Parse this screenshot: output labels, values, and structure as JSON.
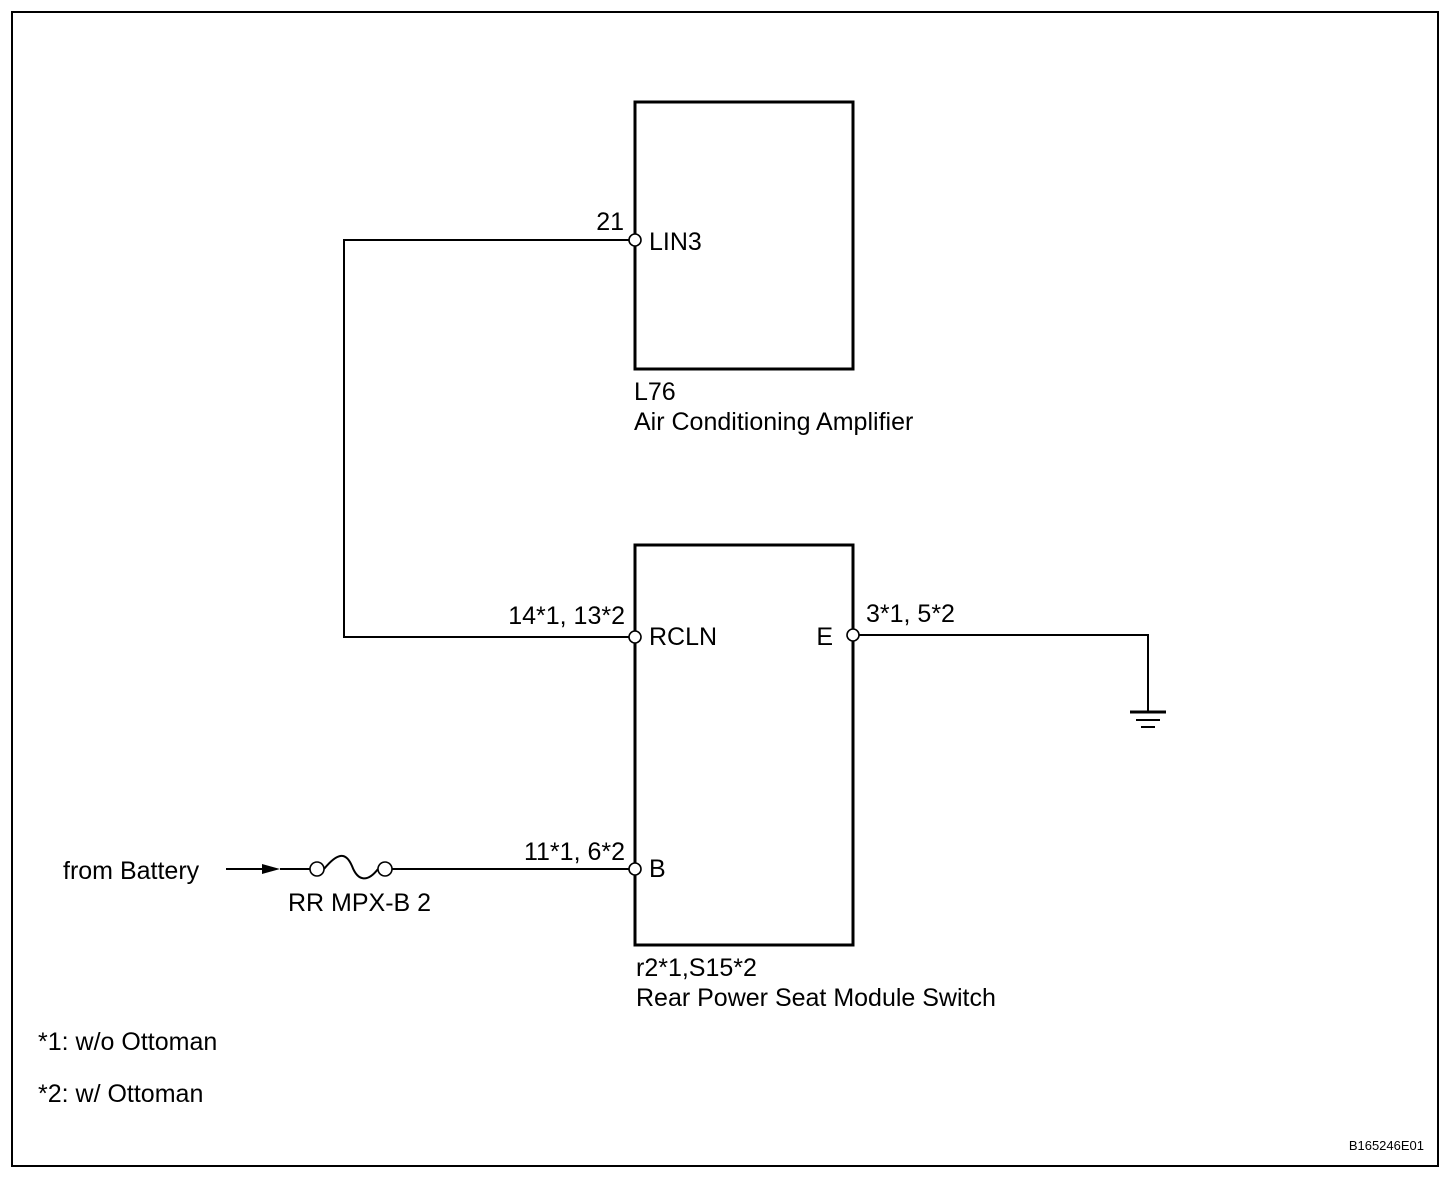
{
  "amplifier": {
    "code": "L76",
    "name": "Air Conditioning Amplifier",
    "pin_number": "21",
    "pin_name": "LIN3"
  },
  "seat_switch": {
    "code": "r2*1,S15*2",
    "name": "Rear Power Seat Module Switch",
    "rcln_pin_number": "14*1, 13*2",
    "rcln_pin_name": "RCLN",
    "e_pin_number": "3*1, 5*2",
    "e_pin_name": "E",
    "b_pin_number": "11*1, 6*2",
    "b_pin_name": "B"
  },
  "power": {
    "source": "from Battery",
    "fuse": "RR MPX-B 2"
  },
  "notes": {
    "note1": "*1: w/o Ottoman",
    "note2": "*2: w/  Ottoman"
  },
  "figure_id": "B165246E01"
}
